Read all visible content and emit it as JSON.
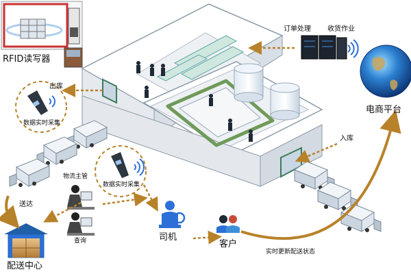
{
  "labels": {
    "rfid_reader": "RFID读写器",
    "outbound": "出库",
    "data_collect_top": "数据实时采集",
    "delivery": "送达",
    "logistics_manager": "物流主管",
    "data_collect_mid": "数据实时采集",
    "query": "查询",
    "distribution_center": "配送中心",
    "driver": "司机",
    "customer": "客户",
    "status_update": "实时更新配送状态",
    "order_processing": "订单处理",
    "receiving": "收货作业",
    "ecommerce_platform": "电商平台",
    "inbound": "入库"
  },
  "colors": {
    "arrow": "#b8822a",
    "building_wall": "#e9edf1",
    "roof": "#ffffff",
    "truck_body": "#dfe6ee",
    "wifi": "#2c6fd6"
  }
}
